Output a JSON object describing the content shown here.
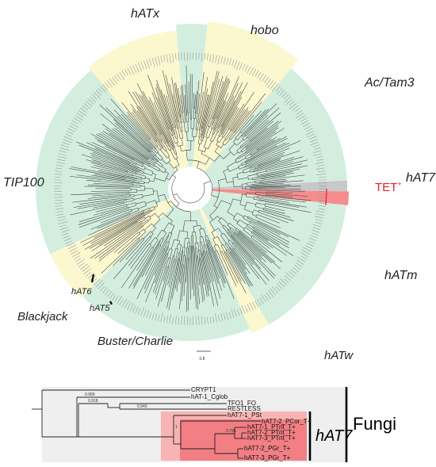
{
  "circular_tree": {
    "clades": {
      "hATx": "hATx",
      "hobo": "hobo",
      "ac_tam3": "Ac/Tam3",
      "hat7": "hAT7",
      "tet": "TET",
      "tet_sup": "+",
      "tip100": "TIP100",
      "hatm": "hATm",
      "hat6": "hAT6",
      "hat5": "hAT5",
      "blackjack": "Blackjack",
      "buster_charlie": "Buster/Charlie",
      "hatw": "hATw"
    },
    "scale_bar_label": "0.8",
    "colors": {
      "green_sector": "#d3eedf",
      "yellow_sector": "#fbf7cf",
      "grey_sector": "#c8c8c8",
      "red_sector": "#f58d8d",
      "tet_text": "#e8202a"
    }
  },
  "subtree": {
    "group_label": "Fungi",
    "subgroup_label": "hAT7",
    "leaves": [
      "CRYPT1",
      "hAT-1_Cglob",
      "TFO1_FO",
      "RESTLESS",
      "hAT7-1_PSt",
      "hAT7-2_PCor_T+",
      "hAT7-1_PTrit_T+",
      "hAT7-2_PTrit_T+",
      "hAT7-3_PTrit_T+",
      "hAT7-2_PGr_T+",
      "hAT7-3_PGr_T+"
    ],
    "bootstrap": [
      "0.989",
      "0.918",
      "0.943",
      "1",
      "0.795"
    ],
    "colors": {
      "background": "#efefef",
      "outer_red": "#f8b4b4",
      "inner_red": "#f17f83",
      "red_text": "#d8232a"
    }
  }
}
